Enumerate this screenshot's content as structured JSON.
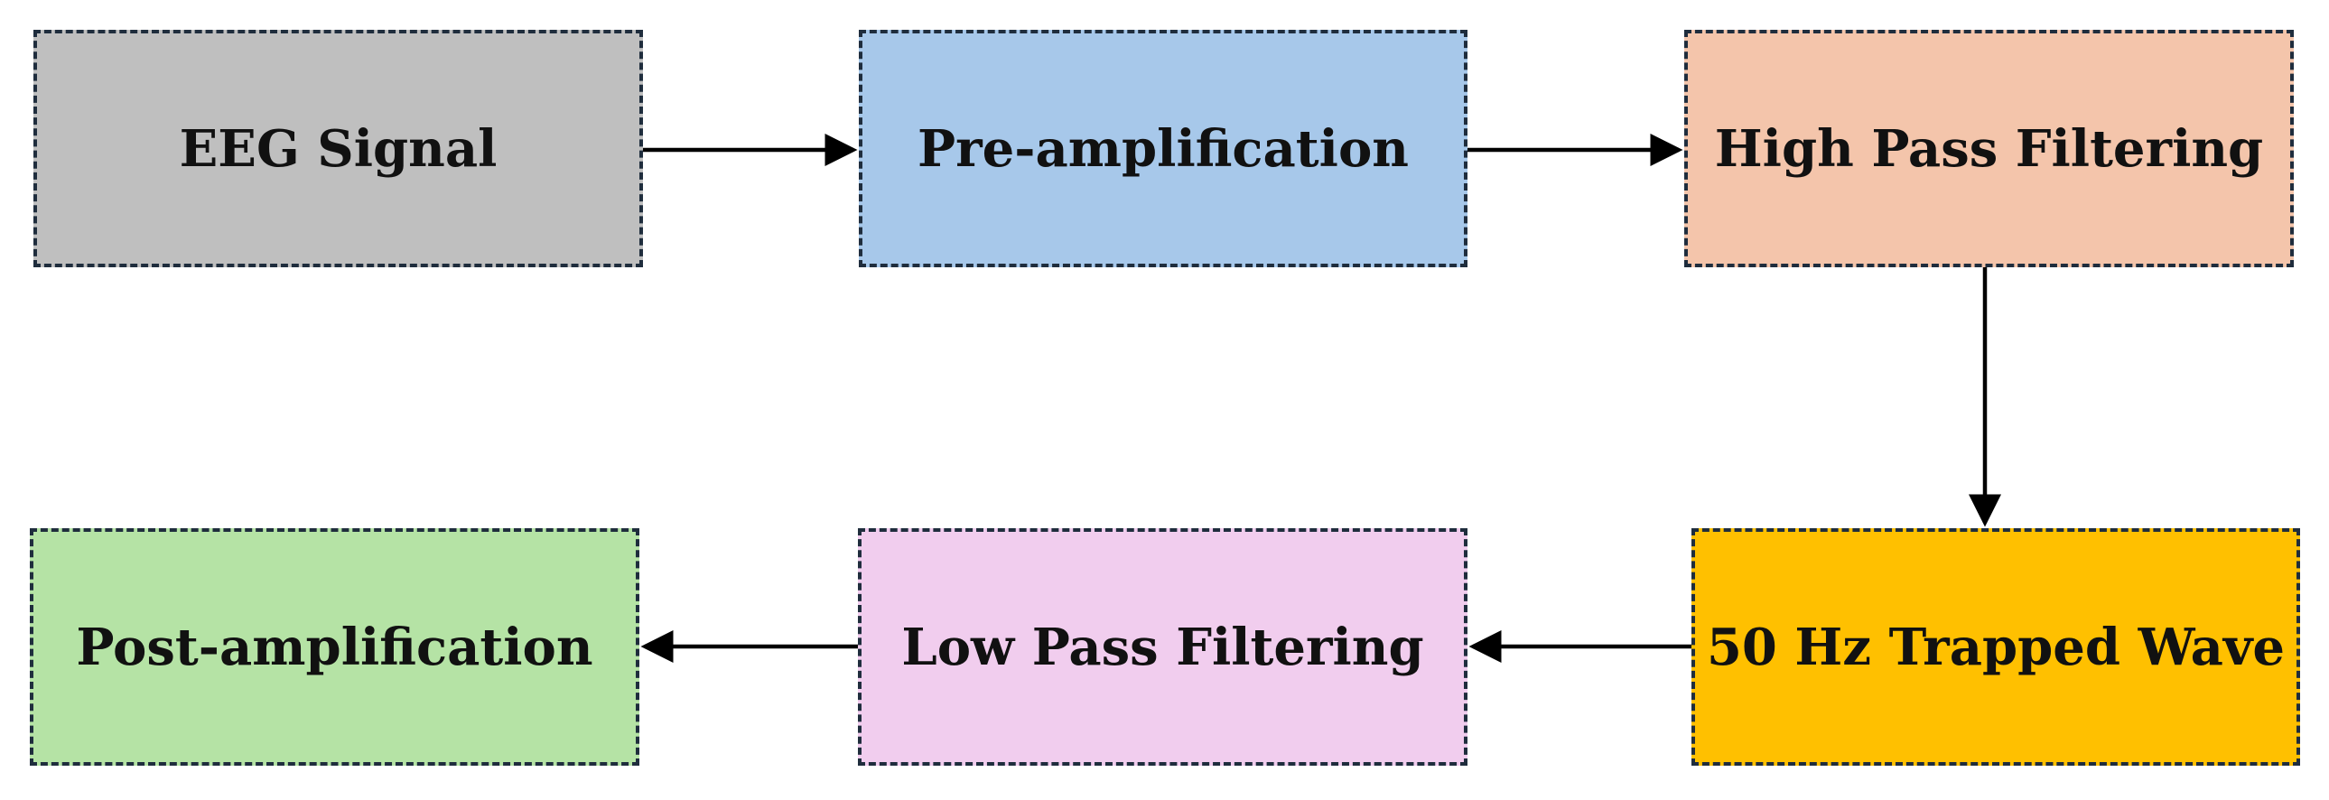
{
  "diagram": {
    "nodes": [
      {
        "id": "n1",
        "label": "EEG Signal",
        "color": "#bfbfbf"
      },
      {
        "id": "n2",
        "label": "Pre-amplification",
        "color": "#a7c8ea"
      },
      {
        "id": "n3",
        "label": "High Pass Filtering",
        "color": "#f4c5ab"
      },
      {
        "id": "n4",
        "label": "50 Hz Trapped Wave",
        "color": "#ffc000"
      },
      {
        "id": "n5",
        "label": "Low Pass Filtering",
        "color": "#f1cdee"
      },
      {
        "id": "n6",
        "label": "Post-amplification",
        "color": "#b5e3a5"
      }
    ],
    "edges": [
      {
        "from": "n1",
        "to": "n2"
      },
      {
        "from": "n2",
        "to": "n3"
      },
      {
        "from": "n3",
        "to": "n4"
      },
      {
        "from": "n4",
        "to": "n5"
      },
      {
        "from": "n5",
        "to": "n6"
      }
    ],
    "border_color": "#1f2d3d",
    "arrow_color": "#000000"
  }
}
